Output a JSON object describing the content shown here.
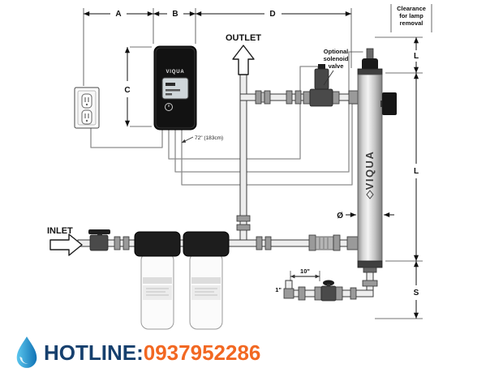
{
  "dimensions": {
    "a": "A",
    "b": "B",
    "c": "C",
    "d": "D",
    "l_lamp": "L",
    "l_chamber": "L",
    "s": "S",
    "diameter": "Ø",
    "cord_length": "72\" (183cm)",
    "detail_width": "10\"",
    "detail_height": "1\""
  },
  "labels": {
    "clearance_line1": "Clearance",
    "clearance_line2": "for lamp",
    "clearance_line3": "removal",
    "outlet": "OUTLET",
    "inlet": "INLET",
    "solenoid_line1": "Optional",
    "solenoid_line2": "solenoid",
    "solenoid_line3": "valve",
    "controller_brand": "VIQUA",
    "chamber_brand": "VIQUA"
  },
  "footer": {
    "hotline": "HOTLINE:",
    "phone": "0937952286"
  },
  "colors": {
    "hotline_text": "#16406e",
    "phone_text": "#f26822",
    "drop_light": "#5bc6ee",
    "drop_dark": "#1173b5"
  }
}
